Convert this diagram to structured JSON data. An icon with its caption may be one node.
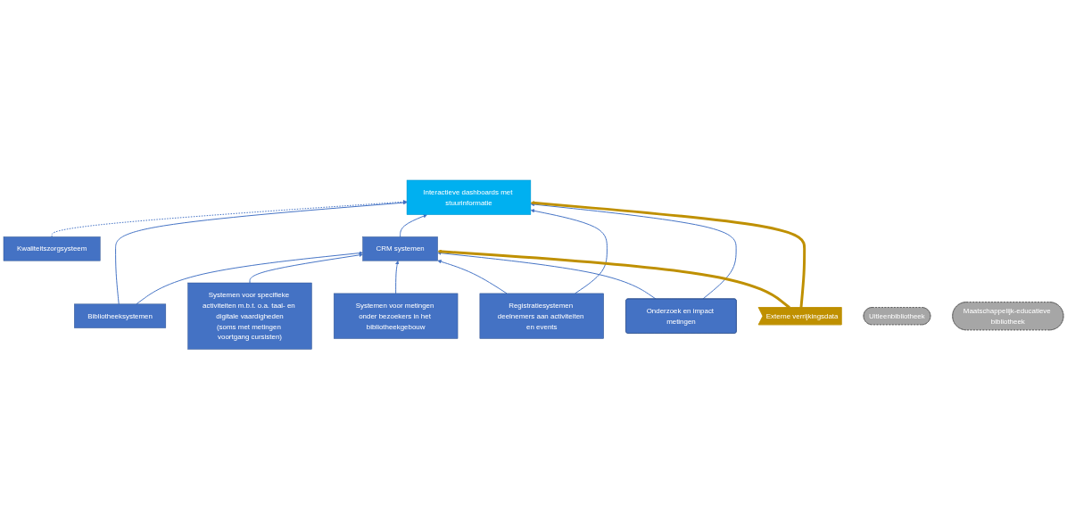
{
  "diagram": {
    "nodes": [
      {
        "text": [
          "Interactieve dashboards met stuurinformatie"
        ]
      },
      {
        "text": [
          "Kwaliteitszorgsysteem"
        ]
      },
      {
        "text": [
          "CRM systemen"
        ]
      },
      {
        "text": [
          "Externe verrijkingsdata"
        ]
      },
      {
        "text": [
          "Onderzoek en impact metingen"
        ]
      },
      {
        "text": [
          "Bibliotheeksystemen"
        ]
      },
      {
        "text": [
          "Registratiesystemen deelnemers aan activiteiten en events"
        ]
      },
      {
        "text": [
          "Systemen voor specifieke activiteiten m.b.t. o.a. taal- en digitale vaardigheden",
          "(soms met metingen voortgang cursisten)"
        ]
      },
      {
        "text": [
          "Systemen voor metingen onder bezoekers in het bibliotheekgebouw"
        ]
      },
      {
        "text": [
          "Uitleenbibliotheek"
        ]
      },
      {
        "text": [
          "Maatschappelijk-educatieve bibliotheek"
        ]
      }
    ],
    "edges": [
      {
        "from": 1,
        "to": 0,
        "arrow": "to",
        "style": "dashed"
      },
      {
        "from": 5,
        "to": 0,
        "arrow": "to"
      },
      {
        "from": 5,
        "to": 2,
        "arrow": "to"
      },
      {
        "from": 2,
        "to": 0,
        "arrow": "to"
      },
      {
        "from": 6,
        "to": 2,
        "arrow": "to"
      },
      {
        "from": 6,
        "to": 0,
        "arrow": "to"
      },
      {
        "from": 7,
        "to": 2,
        "arrow": "to"
      },
      {
        "from": 8,
        "to": 2,
        "arrow": "to"
      },
      {
        "from": 4,
        "to": 2,
        "arrow": "to"
      },
      {
        "from": 4,
        "to": 0,
        "arrow": "to"
      },
      {
        "from": 3,
        "to": 2,
        "arrow": "to",
        "style": "thick",
        "color": "#bf9000"
      },
      {
        "from": 3,
        "to": 0,
        "arrow": "to",
        "style": "thick",
        "color": "#bf9000"
      }
    ]
  }
}
